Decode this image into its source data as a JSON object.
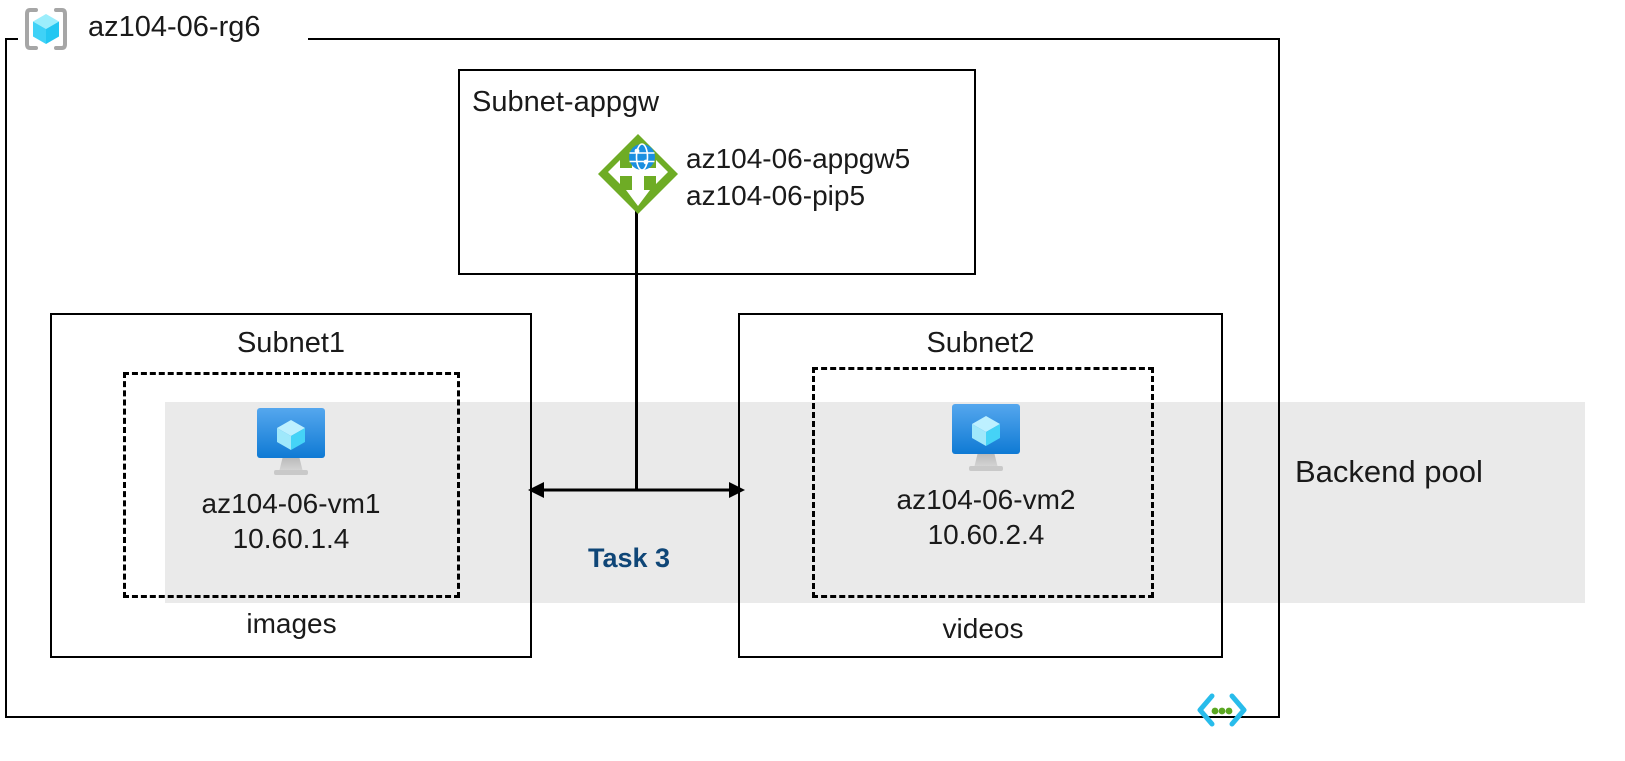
{
  "diagram": {
    "title": "Azure Application Gateway path-based routing lab diagram",
    "resource_group": {
      "name": "az104-06-rg6",
      "icon": "resource-group-cube-icon"
    },
    "backend_pool": {
      "label": "Backend pool",
      "band_color": "#eaeaea"
    },
    "subnets": [
      {
        "id": "subnet-appgw",
        "title": "Subnet-appgw",
        "resources": [
          {
            "icon": "application-gateway-icon",
            "lines": [
              "az104-06-appgw5",
              "az104-06-pip5"
            ]
          }
        ]
      },
      {
        "id": "subnet1",
        "title": "Subnet1",
        "vm": {
          "icon": "virtual-machine-icon",
          "name": "az104-06-vm1",
          "ip": "10.60.1.4"
        },
        "store_label": "images"
      },
      {
        "id": "subnet2",
        "title": "Subnet2",
        "vm": {
          "icon": "virtual-machine-icon",
          "name": "az104-06-vm2",
          "ip": "10.60.2.4"
        },
        "store_label": "videos"
      }
    ],
    "annotations": [
      {
        "id": "task3",
        "label": "Task 3",
        "color": "#0f4677"
      }
    ],
    "footer_icon": "code-brackets-icon",
    "colors": {
      "appgw_green": "#6eac25",
      "appgw_globe_blue": "#1a8fe0",
      "vm_blue": "#1b86e0",
      "cube_cyan": "#61dcfb",
      "task_navy": "#0f4677",
      "code_cyan": "#28bceb",
      "code_dot_green": "#5aa721",
      "border_black": "#000000"
    }
  }
}
